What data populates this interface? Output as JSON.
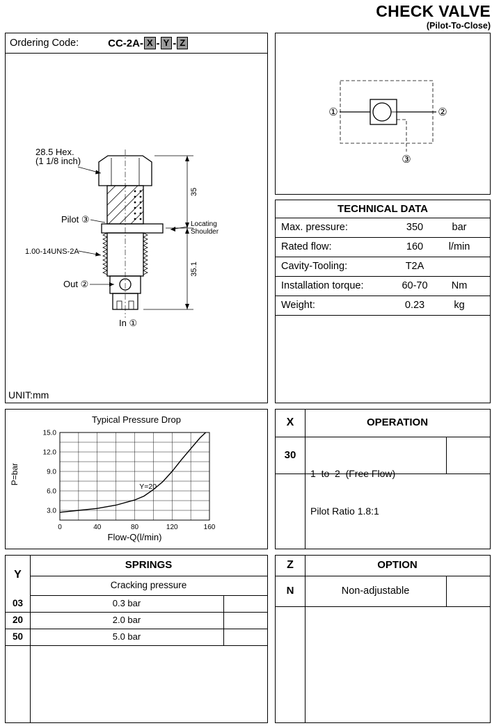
{
  "header": {
    "title": "CHECK VALVE",
    "subtitle": "(Pilot-To-Close)"
  },
  "ordering": {
    "label": "Ordering Code:",
    "prefix": "CC-2A-",
    "sep": "-",
    "x": "X",
    "y": "Y",
    "z": "Z"
  },
  "drawing": {
    "hex_line1": "28.5 Hex.",
    "hex_line2": "(1 1/8 inch)",
    "pilot": "Pilot ③",
    "thread": "1.00-14UNS-2A",
    "out": "Out ②",
    "inlet": "In ①",
    "dim_upper": "35",
    "dim_lower": "35.1",
    "locating_line1": "Locating",
    "locating_line2": "Shoulder",
    "unit": "UNIT:mm"
  },
  "schematic": {
    "port1": "①",
    "port2": "②",
    "port3": "③"
  },
  "technical_data": {
    "title": "TECHNICAL DATA",
    "rows": [
      {
        "label": "Max. pressure:",
        "value": "350",
        "unit": "bar"
      },
      {
        "label": "Rated flow:",
        "value": "160",
        "unit": "l/min"
      },
      {
        "label": "Cavity-Tooling:",
        "value": "T2A",
        "unit": ""
      },
      {
        "label": "Installation torque:",
        "value": "60-70",
        "unit": "Nm"
      },
      {
        "label": "Weight:",
        "value": "0.23",
        "unit": "kg"
      }
    ]
  },
  "chart_data": {
    "type": "line",
    "title": "Typical Pressure Drop",
    "xlabel": "Flow-Q(l/min)",
    "ylabel": "P=bar",
    "xlim": [
      0,
      160
    ],
    "ylim": [
      1.5,
      15
    ],
    "xticks": [
      0,
      40,
      80,
      120,
      160
    ],
    "yticks": [
      3,
      6,
      9,
      12,
      15
    ],
    "xgrid": 20,
    "ygrid": 1.5,
    "grid": true,
    "legend": false,
    "series": [
      {
        "name": "Y=20",
        "x": [
          0,
          20,
          40,
          60,
          80,
          90,
          100,
          110,
          120,
          130,
          140,
          150,
          156
        ],
        "y": [
          2.7,
          3.0,
          3.3,
          3.8,
          4.6,
          5.2,
          6.2,
          7.4,
          9.0,
          10.8,
          12.5,
          14.2,
          15.0
        ]
      }
    ],
    "annotation": {
      "text": "Y=20",
      "x": 85,
      "y": 6.3
    }
  },
  "operation": {
    "col": "X",
    "title": "OPERATION",
    "rows": [
      {
        "code": "30",
        "lines": [
          "1  to  2  (Free Flow)",
          "Pilot Ratio 1.8:1"
        ]
      }
    ]
  },
  "springs": {
    "col": "Y",
    "title": "SPRINGS",
    "subtitle": "Cracking pressure",
    "rows": [
      {
        "code": "03",
        "value": "0.3 bar"
      },
      {
        "code": "20",
        "value": "2.0 bar"
      },
      {
        "code": "50",
        "value": "5.0 bar"
      }
    ]
  },
  "option": {
    "col": "Z",
    "title": "OPTION",
    "rows": [
      {
        "code": "N",
        "value": "Non-adjustable"
      }
    ]
  }
}
